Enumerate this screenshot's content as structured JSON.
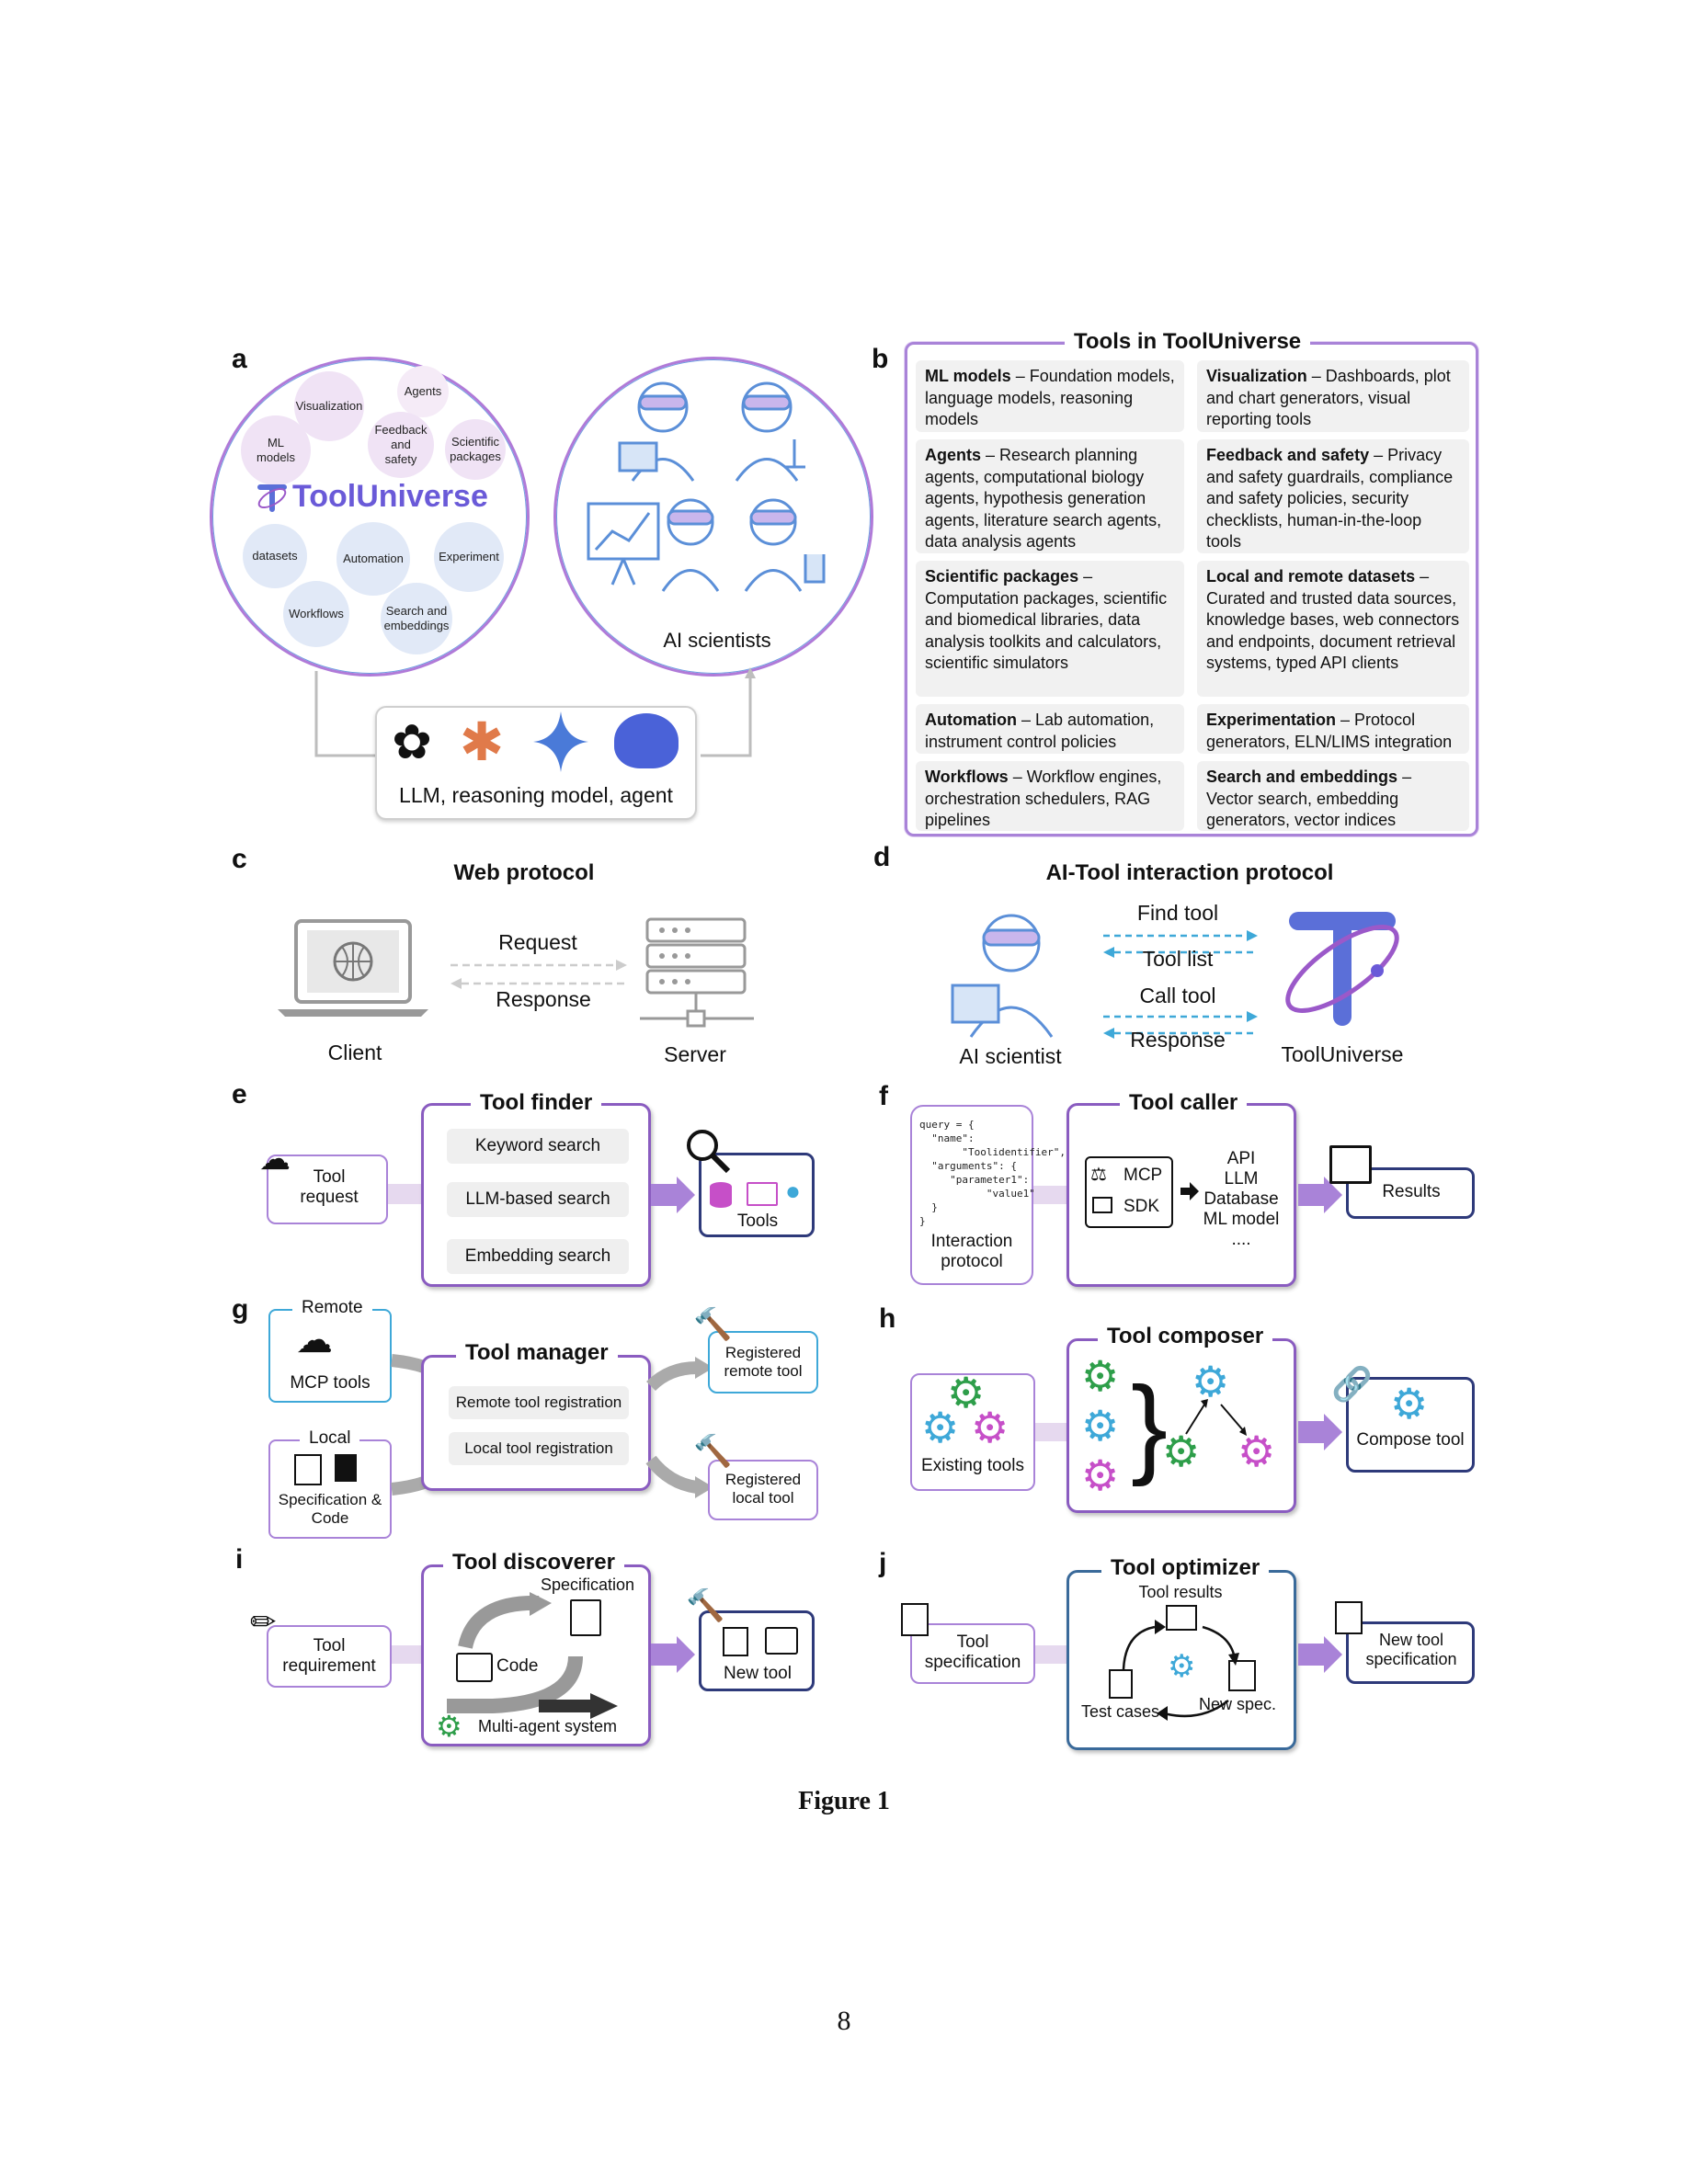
{
  "panel_a": {
    "letter": "a",
    "bubbles": [
      "Visualization",
      "Agents",
      "ML models",
      "Feedback and safety",
      "Scientific packages",
      "datasets",
      "Automation",
      "Experiment",
      "Workflows",
      "Search and embeddings"
    ],
    "logo": "ToolUniverse",
    "ai_scientists": "AI scientists",
    "llm_label": "LLM, reasoning model, agent"
  },
  "panel_b": {
    "letter": "b",
    "title": "Tools in ToolUniverse",
    "categories": [
      {
        "name": "ML models",
        "desc": " – Foundation models, language models, reasoning models"
      },
      {
        "name": "Visualization",
        "desc": " – Dashboards, plot and chart generators, visual reporting tools"
      },
      {
        "name": "Agents",
        "desc": " – Research planning agents, computational biology agents, hypothesis generation agents, literature search agents, data analysis agents"
      },
      {
        "name": "Feedback and safety",
        "desc": " – Privacy and safety guardrails, compliance and safety policies, security checklists, human-in-the-loop tools"
      },
      {
        "name": "Scientific packages",
        "desc": " – Computation packages, scientific and biomedical libraries, data analysis toolkits and calculators, scientific simulators"
      },
      {
        "name": "Local and remote datasets",
        "desc": " – Curated and trusted data sources, knowledge bases, web connectors and endpoints, document retrieval systems, typed API clients"
      },
      {
        "name": "Automation",
        "desc": " – Lab automation, instrument control policies"
      },
      {
        "name": "Experimentation",
        "desc": " – Protocol generators, ELN/LIMS integration"
      },
      {
        "name": "Workflows",
        "desc": " – Workflow engines, orchestration schedulers, RAG pipelines"
      },
      {
        "name": "Search and embeddings",
        "desc": " – Vector search, embedding generators, vector indices"
      }
    ]
  },
  "panel_c": {
    "letter": "c",
    "title": "Web protocol",
    "request": "Request",
    "response": "Response",
    "client": "Client",
    "server": "Server"
  },
  "panel_d": {
    "letter": "d",
    "title": "AI-Tool interaction protocol",
    "find_tool": "Find tool",
    "tool_list": "Tool list",
    "call_tool": "Call tool",
    "response": "Response",
    "ai_scientist": "AI scientist",
    "tooluniverse": "ToolUniverse"
  },
  "panel_e": {
    "letter": "e",
    "title": "Tool finder",
    "request": "Tool request",
    "items": [
      "Keyword search",
      "LLM-based search",
      "Embedding search"
    ],
    "tools": "Tools"
  },
  "panel_f": {
    "letter": "f",
    "title": "Tool caller",
    "code": "query = {\n  \"name\":\n       \"Toolidentifier\",\n  \"arguments\": {\n     \"parameter1\":\n           \"value1\"\n  }\n}",
    "interaction": "Interaction protocol",
    "mcp": "MCP",
    "sdk": "SDK",
    "targets": [
      "API",
      "LLM",
      "Database",
      "ML model",
      "...."
    ],
    "results": "Results"
  },
  "panel_g": {
    "letter": "g",
    "title": "Tool manager",
    "remote": "Remote",
    "mcp_tools": "MCP tools",
    "local": "Local",
    "spec_code": "Specification & Code",
    "items": [
      "Remote tool registration",
      "Local tool registration"
    ],
    "registered_remote": "Registered remote tool",
    "registered_local": "Registered local tool"
  },
  "panel_h": {
    "letter": "h",
    "title": "Tool composer",
    "existing": "Existing tools",
    "compose": "Compose tool"
  },
  "panel_i": {
    "letter": "i",
    "title": "Tool discoverer",
    "requirement": "Tool requirement",
    "specification": "Specification",
    "code": "Code",
    "multi_agent": "Multi-agent system",
    "new_tool": "New tool"
  },
  "panel_j": {
    "letter": "j",
    "title": "Tool optimizer",
    "spec": "Tool specification",
    "results": "Tool results",
    "test_cases": "Test cases",
    "new_spec": "New spec.",
    "new_tool_spec": "New tool specification"
  },
  "caption": "Figure 1",
  "page_number": "8",
  "colors": {
    "purple": "#9b59c9",
    "blue": "#5b8fd8",
    "navy": "#2e3a7a",
    "green": "#2e9e4a",
    "cyan": "#3ea8d8",
    "magenta": "#c64fc8"
  }
}
